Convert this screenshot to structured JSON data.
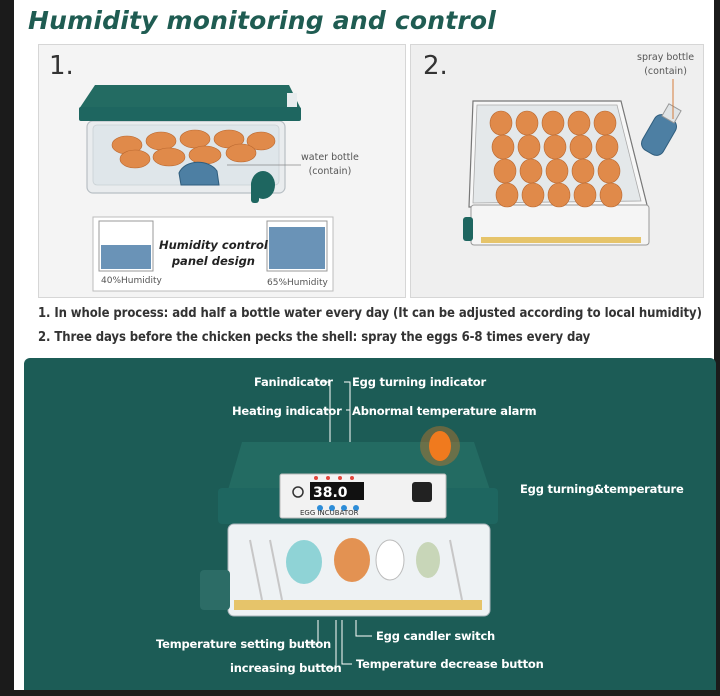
{
  "title": "Humidity monitoring and control",
  "panel1": {
    "number": "1.",
    "water_bottle_label": "water bottle",
    "water_bottle_note": "(contain)",
    "panel_design_line1": "Humidity control",
    "panel_design_line2": "panel design",
    "humidity_low": "40%Humidity",
    "humidity_high": "65%Humidity"
  },
  "panel2": {
    "number": "2.",
    "spray_bottle_label": "spray bottle",
    "spray_bottle_note": "(contain)"
  },
  "instructions": [
    "1. In whole process: add half a bottle water every day  (It can be adjusted according to local humidity)",
    "2. Three days before the chicken pecks the shell: spray the eggs 6-8 times every day"
  ],
  "controls": {
    "fan_indicator": "Fanindicator",
    "egg_turning_indicator": "Egg turning indicator",
    "heating_indicator": "Heating indicator",
    "abnormal_alarm": "Abnormal temperature alarm",
    "egg_turning_temperature": "Egg turning&temperature",
    "temperature_setting_button": "Temperature setting button",
    "egg_candler_switch": "Egg candler switch",
    "increasing_button": "increasing button",
    "temperature_decrease_button": "Temperature decrease button",
    "display_value": "38.0",
    "device_brand": "EGG INCUBATOR"
  },
  "colors": {
    "title": "#1f5c52",
    "panel_green": "#1c5c56",
    "incubator_teal": "#1e6660",
    "egg_brown": "#e08a4a",
    "water_blue": "#4d7fa3",
    "alarm_orange": "#f07a1e"
  }
}
